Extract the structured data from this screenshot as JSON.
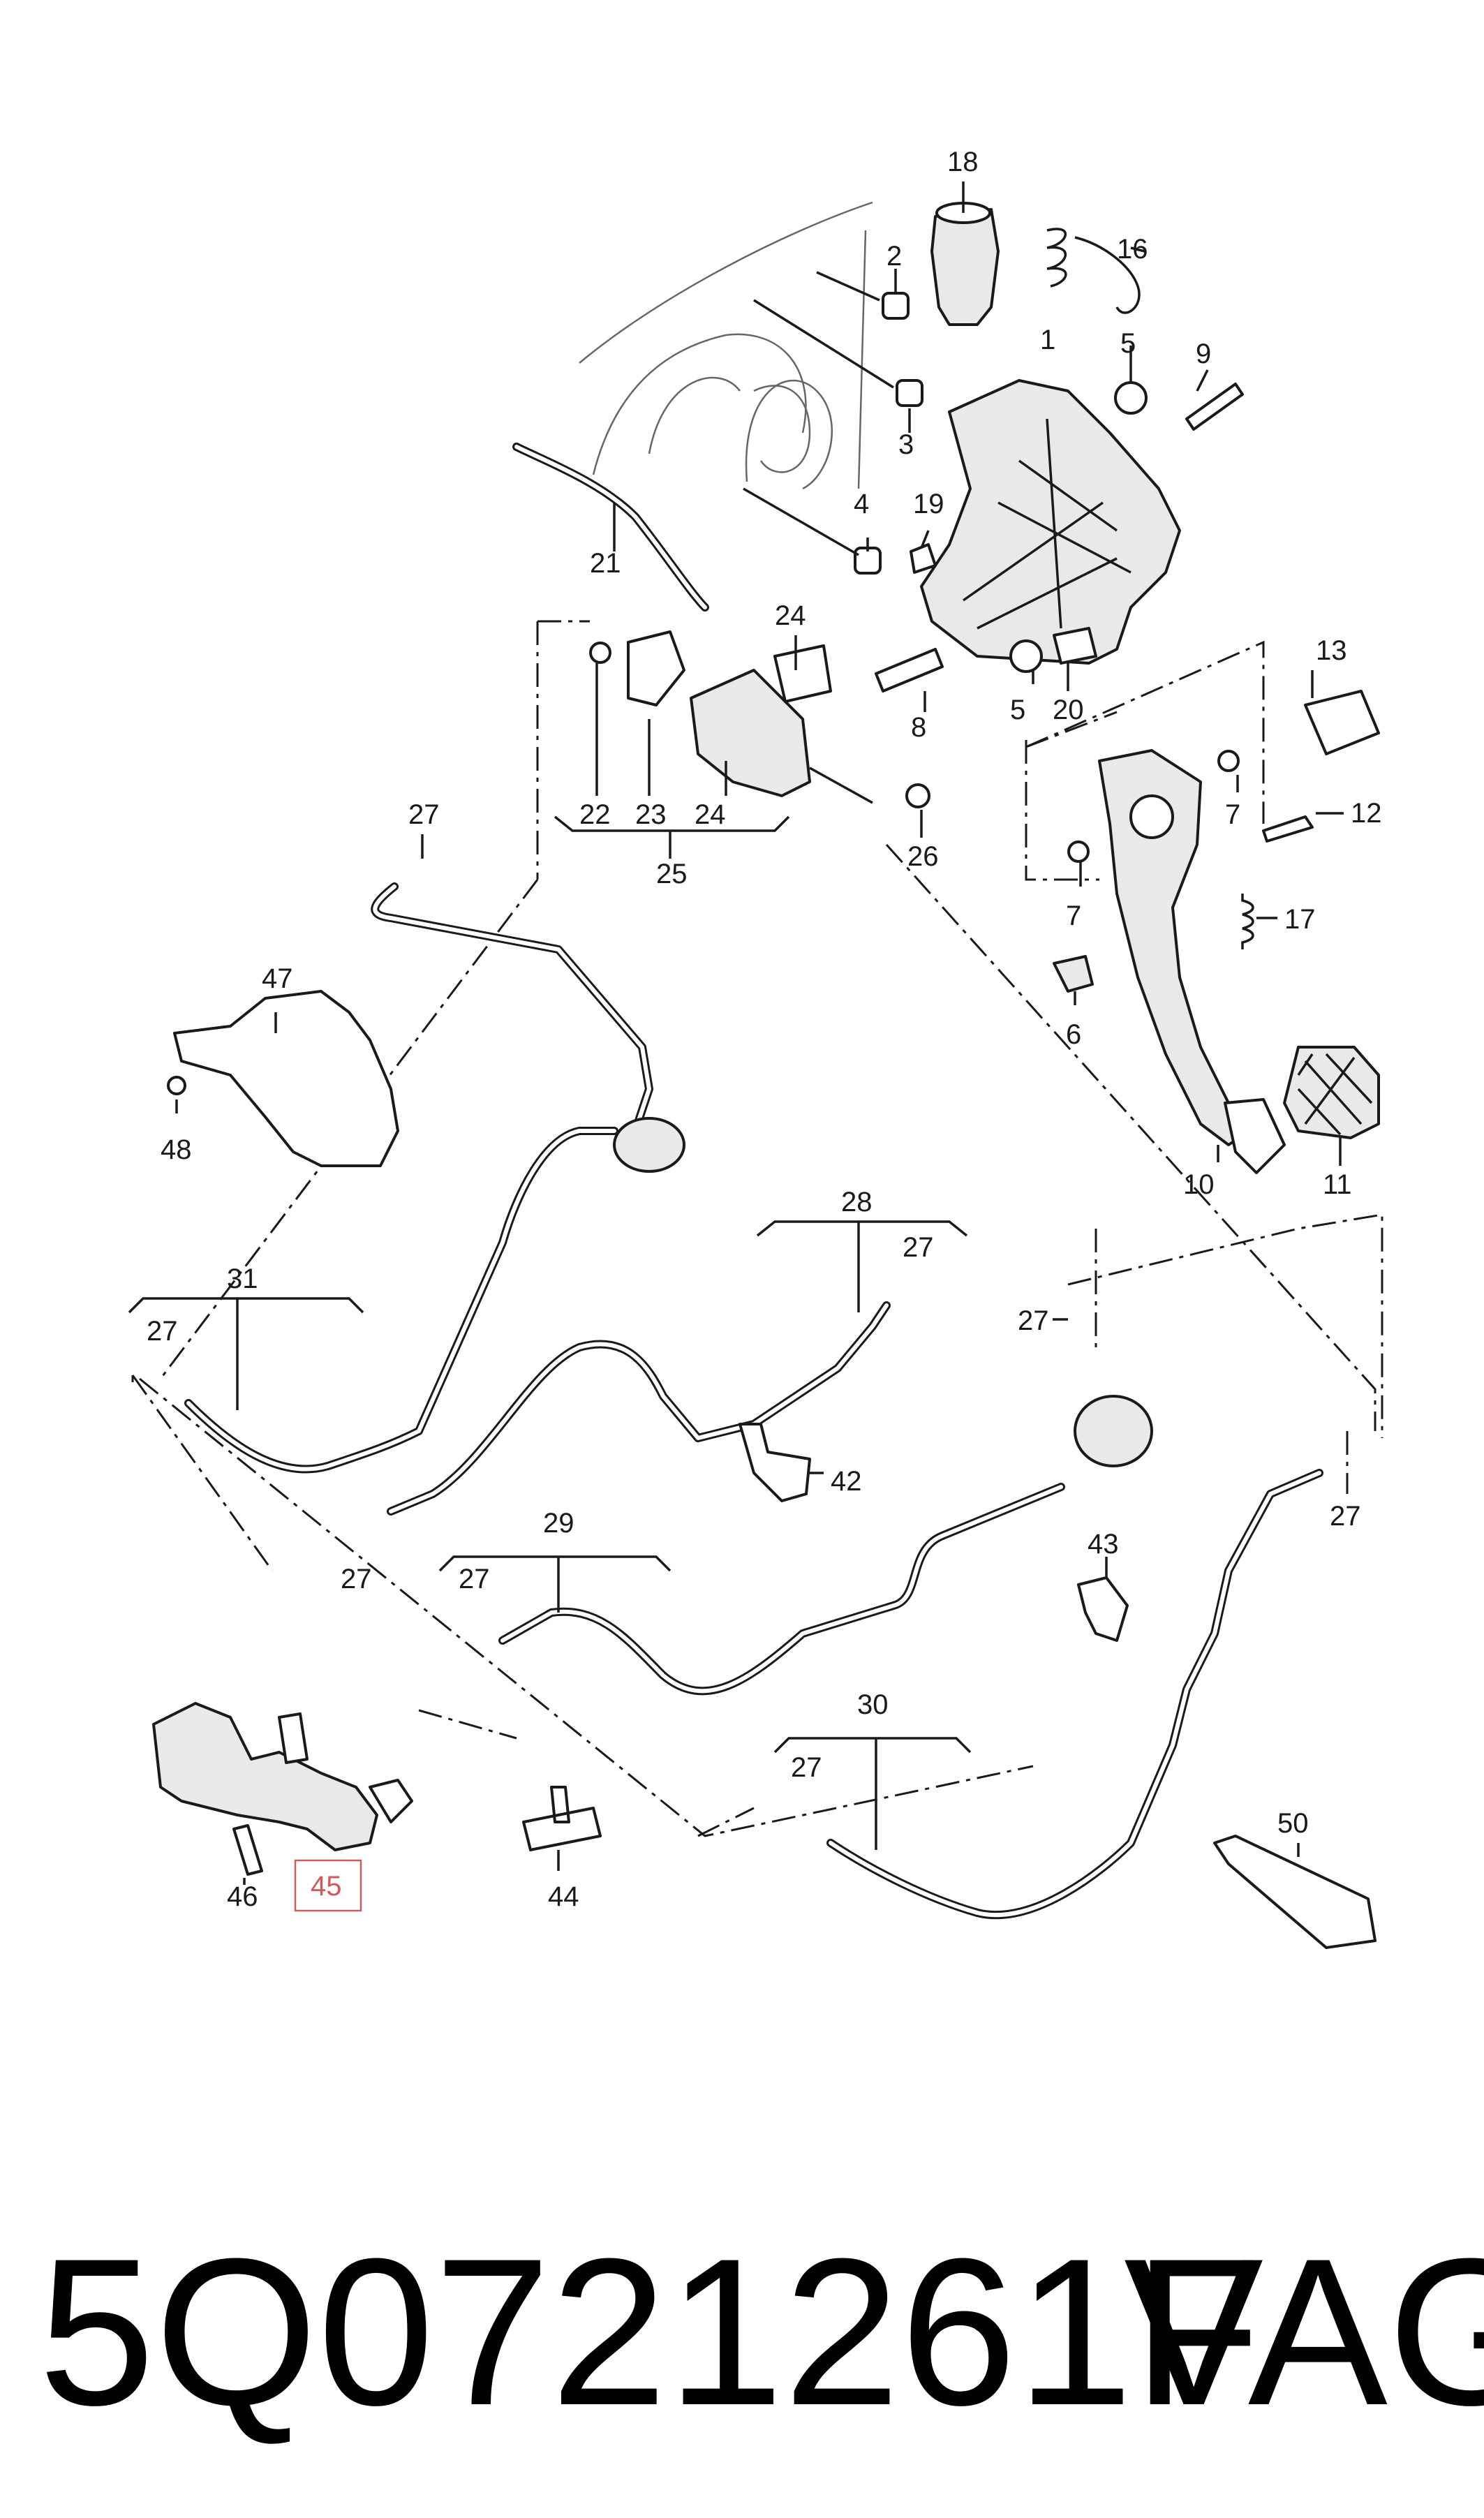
{
  "diagram": {
    "highlight_color": "#d05a5a",
    "labels": {
      "p1": "1",
      "p2": "2",
      "p3": "3",
      "p4": "4",
      "p5a": "5",
      "p5b": "5",
      "p6": "6",
      "p7a": "7",
      "p7b": "7",
      "p8": "8",
      "p9": "9",
      "p10": "10",
      "p11": "11",
      "p12": "12",
      "p13": "13",
      "p16": "16",
      "p17": "17",
      "p18": "18",
      "p19": "19",
      "p20": "20",
      "p21": "21",
      "p22": "22",
      "p23": "23",
      "p24a": "24",
      "p24b": "24",
      "p25": "25",
      "p26": "26",
      "p27a": "27",
      "p27b": "27",
      "p27c": "27",
      "p27d": "27",
      "p27e": "27",
      "p27f": "27",
      "p27g": "27",
      "p27h": "27",
      "p28": "28",
      "p29": "29",
      "p30": "30",
      "p31": "31",
      "p42": "42",
      "p43": "43",
      "p44": "44",
      "p45": "45",
      "p46": "46",
      "p47": "47",
      "p48": "48",
      "p50": "50"
    }
  },
  "footer": {
    "part_number": "5Q0721261F",
    "brand": "VAG"
  }
}
